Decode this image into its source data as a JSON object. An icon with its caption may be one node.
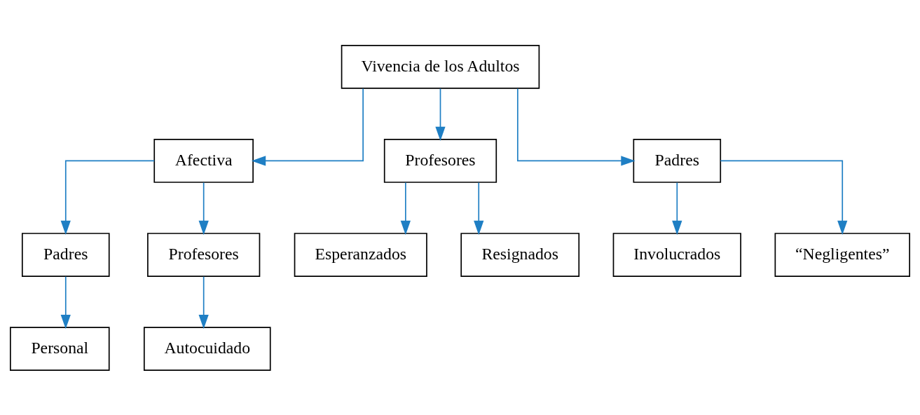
{
  "diagram": {
    "nodes": [
      {
        "text": [
          "Vivencia de los Adultos"
        ]
      },
      {
        "text": [
          "Afectiva"
        ]
      },
      {
        "text": [
          "Profesores"
        ]
      },
      {
        "text": [
          "Padres"
        ]
      },
      {
        "text": [
          "Esperanzados"
        ]
      },
      {
        "text": [
          "Resignados"
        ]
      },
      {
        "text": [
          "Involucrados"
        ]
      },
      {
        "text": [
          "“Negligentes”"
        ]
      },
      {
        "text": [
          "Padres"
        ]
      },
      {
        "text": [
          "Profesores"
        ]
      },
      {
        "text": [
          "Personal"
        ]
      },
      {
        "text": [
          "Autocuidado"
        ]
      }
    ],
    "edges": [
      {
        "from": 0,
        "to": 1,
        "arrow": "to"
      },
      {
        "from": 0,
        "to": 2,
        "arrow": "to"
      },
      {
        "from": 0,
        "to": 3,
        "arrow": "to"
      },
      {
        "from": 2,
        "to": 4,
        "arrow": "to"
      },
      {
        "from": 2,
        "to": 5,
        "arrow": "to"
      },
      {
        "from": 3,
        "to": 6,
        "arrow": "to"
      },
      {
        "from": 3,
        "to": 7,
        "arrow": "to"
      },
      {
        "from": 1,
        "to": 8,
        "arrow": "to"
      },
      {
        "from": 1,
        "to": 9,
        "arrow": "to"
      },
      {
        "from": 8,
        "to": 10,
        "arrow": "to"
      },
      {
        "from": 9,
        "to": 11,
        "arrow": "to"
      }
    ]
  }
}
